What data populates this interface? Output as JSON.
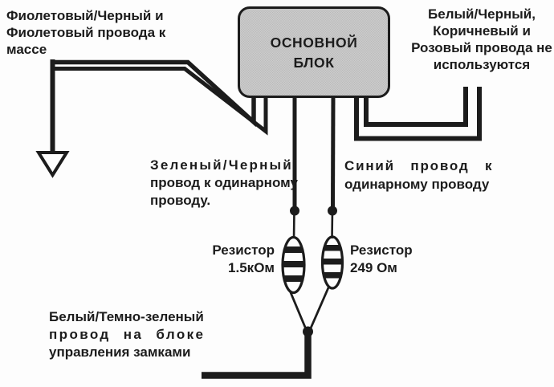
{
  "diagram": {
    "main_block": {
      "line1": "ОСНОВНОЙ",
      "line2": "БЛОК"
    },
    "labels": {
      "ground": {
        "line1": "Фиолетовый/Черный и",
        "line2": "Фиолетовый провода к",
        "line3": "массе"
      },
      "unused": {
        "line1": "Белый/Черный,",
        "line2": "Коричневый и",
        "line3": "Розовый провода не",
        "line4": "используются"
      },
      "green_black": {
        "line1": "Зеленый/Черный",
        "line2": "провод к одинарному",
        "line3": "проводу."
      },
      "blue": {
        "line1": "Синий провод к",
        "line2": "одинарному проводу"
      },
      "resistor_1": {
        "line1": "Резистор",
        "line2": "1.5кОм"
      },
      "resistor_2": {
        "line1": "Резистор",
        "line2": "249 Ом"
      },
      "lock": {
        "line1": "Белый/Темно-зеленый",
        "line2": "провод на блоке",
        "line3": "управления замками"
      }
    },
    "colors": {
      "ink": "#1c1c1c",
      "block_fill": "#dcdcdc",
      "background": "#ffffff"
    }
  }
}
